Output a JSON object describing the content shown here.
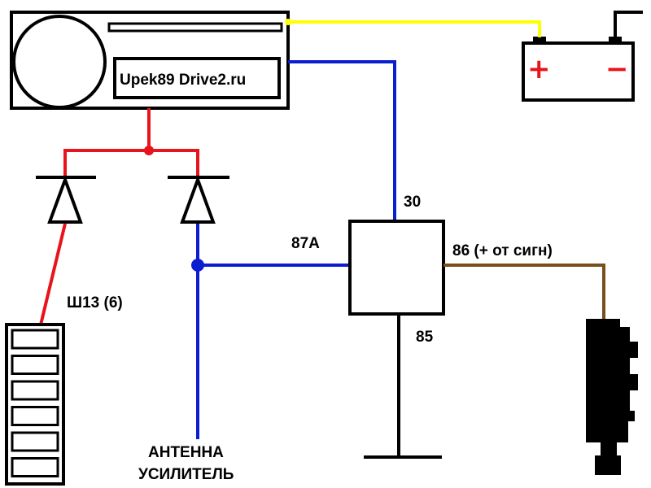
{
  "head_unit": {
    "brand_label": "Upek89 Drive2.ru"
  },
  "battery": {
    "plus_sign": "+",
    "minus_sign": "−"
  },
  "relay": {
    "pin_30": "30",
    "pin_87a": "87A",
    "pin_86": "86 (+ от сигн)",
    "pin_85": "85"
  },
  "connector": {
    "label": "Ш13 (6)",
    "slot_count": 6
  },
  "antenna": {
    "line1": "АНТЕННА",
    "line2": "УСИЛИТЕЛЬ"
  },
  "colors": {
    "wire_yellow": "#ffff00",
    "wire_red": "#e8141b",
    "wire_blue": "#0a1ecf",
    "wire_brown": "#7a4e1c",
    "outline": "#000000"
  }
}
